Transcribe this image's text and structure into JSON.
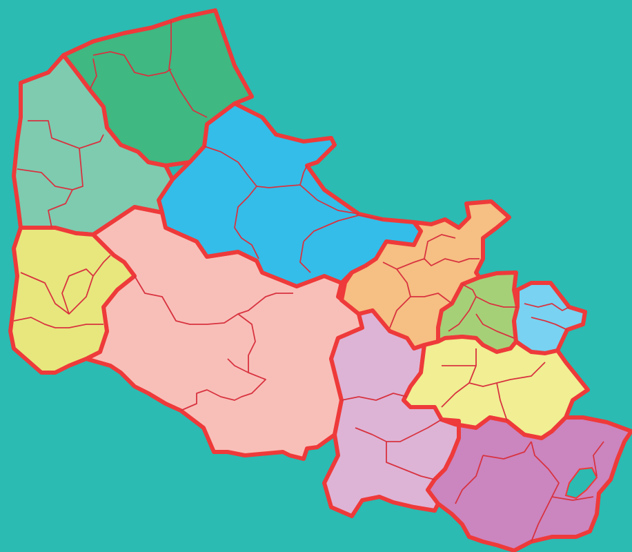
{
  "map": {
    "background": "#2bbbb2",
    "border_color": "#ee3a3a",
    "inner_border_color": "#d8323f",
    "regions": [
      {
        "id": "north-coast",
        "color": "#3fb882"
      },
      {
        "id": "west-coast-upper",
        "color": "#7ecbb0"
      },
      {
        "id": "north-center",
        "color": "#34bde9"
      },
      {
        "id": "west-coast-lower",
        "color": "#e7e77e"
      },
      {
        "id": "central",
        "color": "#f8bfb8"
      },
      {
        "id": "east-upper",
        "color": "#f6bf83"
      },
      {
        "id": "east-green",
        "color": "#a6d078"
      },
      {
        "id": "east-light-blue",
        "color": "#79d2f1"
      },
      {
        "id": "south-lilac",
        "color": "#ddb4d6"
      },
      {
        "id": "south-east-yellow",
        "color": "#f1ee93"
      },
      {
        "id": "south-east-magenta",
        "color": "#cb85bf"
      }
    ]
  }
}
